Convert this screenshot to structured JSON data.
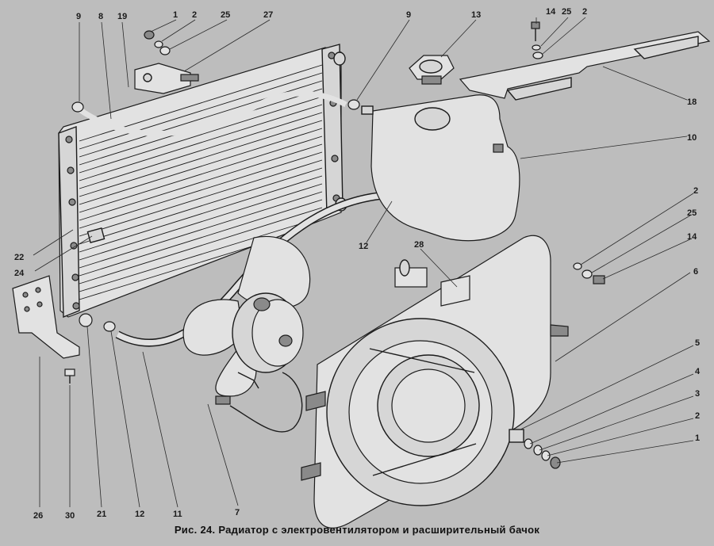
{
  "caption": "Рис. 24. Радиатор с электровентилятором и расширительный бачок",
  "callouts": {
    "c1_top": "1",
    "c2_top": "2",
    "c25_top": "25",
    "c27": "27",
    "c9_left": "9",
    "c8": "8",
    "c19": "19",
    "c9_right": "9",
    "c13": "13",
    "c14_top": "14",
    "c25_topright": "25",
    "c2_topright": "2",
    "c18": "18",
    "c10": "10",
    "c22": "22",
    "c24": "24",
    "c12_mid": "12",
    "c28": "28",
    "c2_mid": "2",
    "c25_mid": "25",
    "c14_mid": "14",
    "c6": "6",
    "c5": "5",
    "c4": "4",
    "c3": "3",
    "c2_low": "2",
    "c1_low": "1",
    "c26": "26",
    "c30": "30",
    "c21": "21",
    "c12_low": "12",
    "c11": "11",
    "c7": "7"
  }
}
